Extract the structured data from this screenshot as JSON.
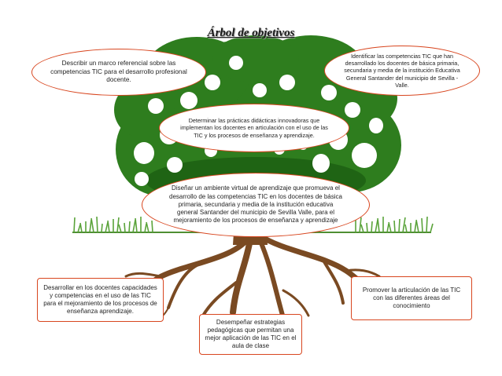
{
  "title": "Árbol de objetivos",
  "colors": {
    "foliage": "#2e7d1e",
    "foliage_dark": "#1f6414",
    "trunk": "#7a4a22",
    "grass": "#5aa33a",
    "border": "#d8461f"
  },
  "nodes": {
    "general": "Diseñar un ambiente virtual de aprendizaje  que promueva el desarrollo de las competencias TIC en los docentes de básica primaria, secundaria y media de la institución educativa general Santander del municipio de Sevilla Valle, para el mejoramiento de los procesos de enseñanza y aprendizaje",
    "top_left": "Describir un marco referencial sobre las competencias TIC para el desarrollo profesional docente.",
    "top_right": "Identificar las competencias TIC que han desarrollado  los docentes de básica primaria, secundaria y media de la institución  Educativa General Santander del municipio de Sevilla - Valle.",
    "middle": "Determinar las prácticas didácticas innovadoras que implementan los docentes en  articulación con el uso de las TIC y los procesos de enseñanza y aprendizaje.",
    "bottom_left": "Desarrollar en los docentes capacidades y competencias en el uso de las TIC para el mejoramiento de los procesos de enseñanza aprendizaje.",
    "bottom_center": "Desempeñar estrategias pedagógicas que permitan una mejor aplicación de las TIC  en  el aula de clase",
    "bottom_right": "Promover la articulación de las TIC con las diferentes áreas del conocimiento"
  }
}
